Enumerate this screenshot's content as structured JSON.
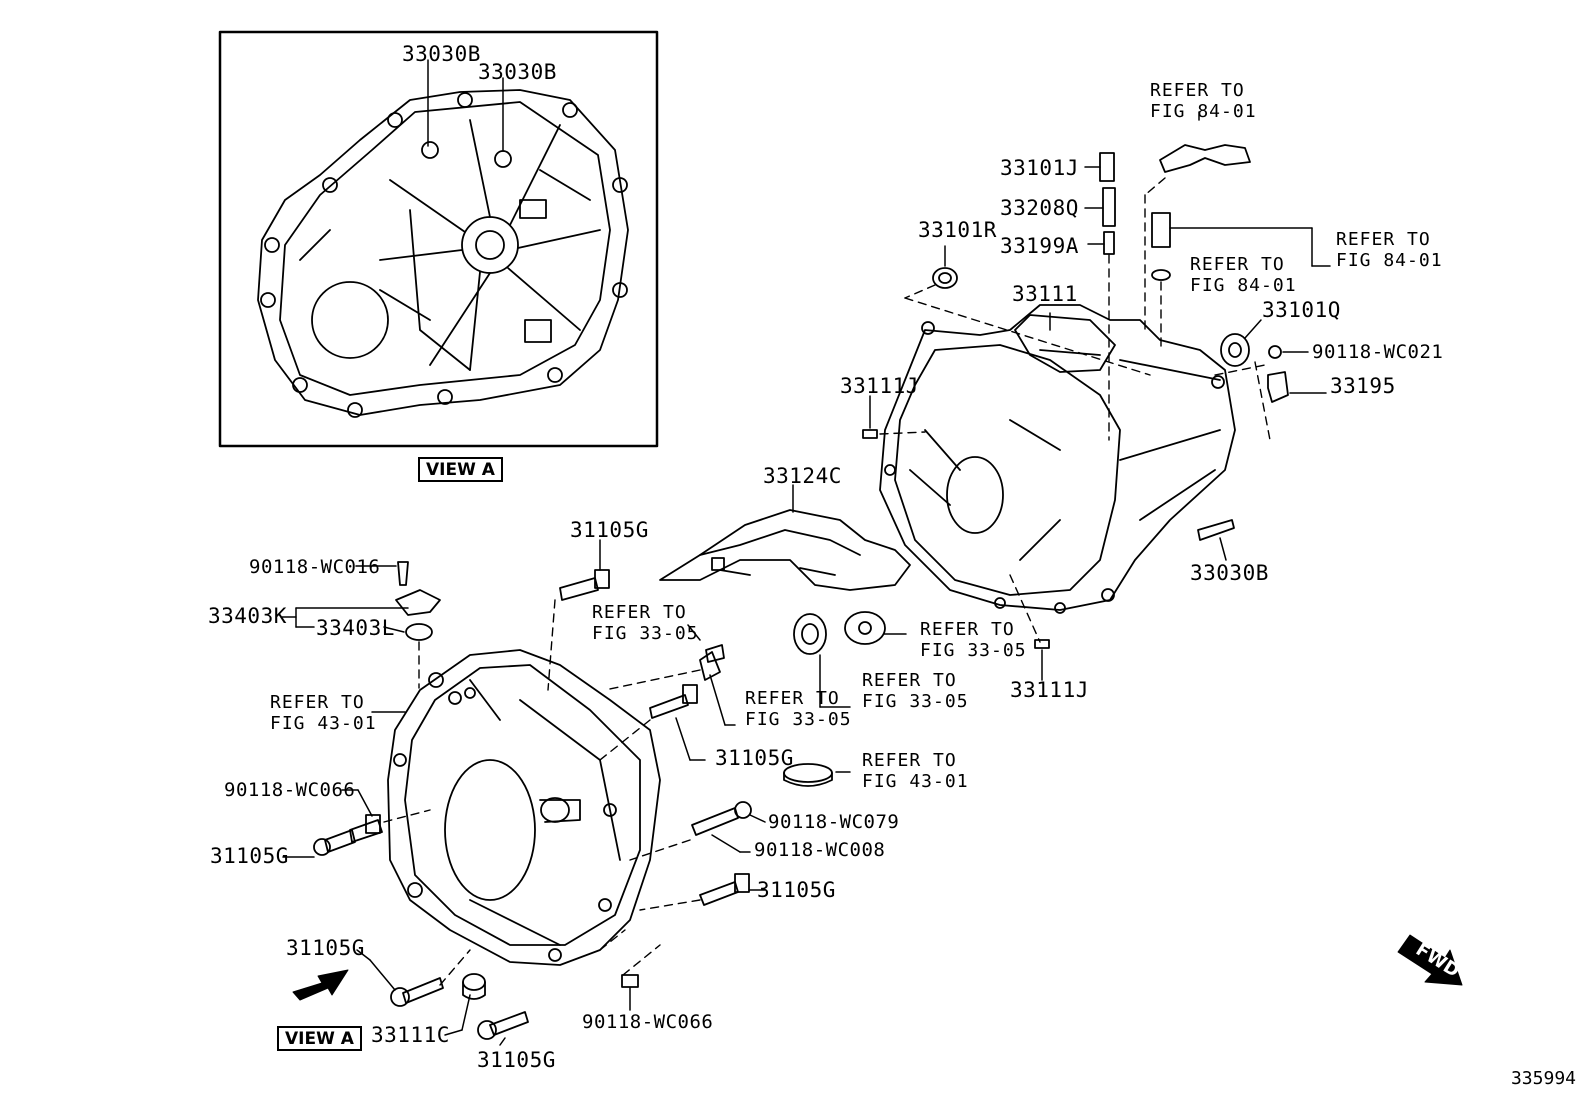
{
  "diagram": {
    "figure_id": "335994",
    "view_label": "VIEW A",
    "fwd_label": "FWD",
    "parts": {
      "p33030B_a": "33030B",
      "p33030B_b": "33030B",
      "p33030B_c": "33030B",
      "p33101J": "33101J",
      "p33208Q": "33208Q",
      "p33199A": "33199A",
      "p33101R": "33101R",
      "p33111": "33111",
      "p33101Q": "33101Q",
      "p90118_WC021": "90118-WC021",
      "p33195": "33195",
      "p33111J_a": "33111J",
      "p33111J_b": "33111J",
      "p33124C": "33124C",
      "p31105G_top": "31105G",
      "p90118_WC016": "90118-WC016",
      "p33403K": "33403K",
      "p33403L": "33403L",
      "p31105G_mid": "31105G",
      "p90118_WC066_a": "90118-WC066",
      "p31105G_left": "31105G",
      "p90118_WC079": "90118-WC079",
      "p90118_WC008": "90118-WC008",
      "p31105G_right": "31105G",
      "p31105G_bl": "31105G",
      "p33111C": "33111C",
      "p31105G_bottom": "31105G",
      "p90118_WC066_b": "90118-WC066"
    },
    "refs": {
      "fig84_01_a": "REFER TO\nFIG 84-01",
      "fig84_01_b": "REFER TO\nFIG 84-01",
      "fig84_01_c": "REFER TO\nFIG 84-01",
      "fig33_05_a": "REFER TO\nFIG 33-05",
      "fig33_05_b": "REFER TO\nFIG 33-05",
      "fig33_05_c": "REFER TO\nFIG 33-05",
      "fig33_05_d": "REFER TO\nFIG 33-05",
      "fig43_01_a": "REFER TO\nFIG 43-01",
      "fig43_01_b": "REFER TO\nFIG 43-01"
    }
  }
}
